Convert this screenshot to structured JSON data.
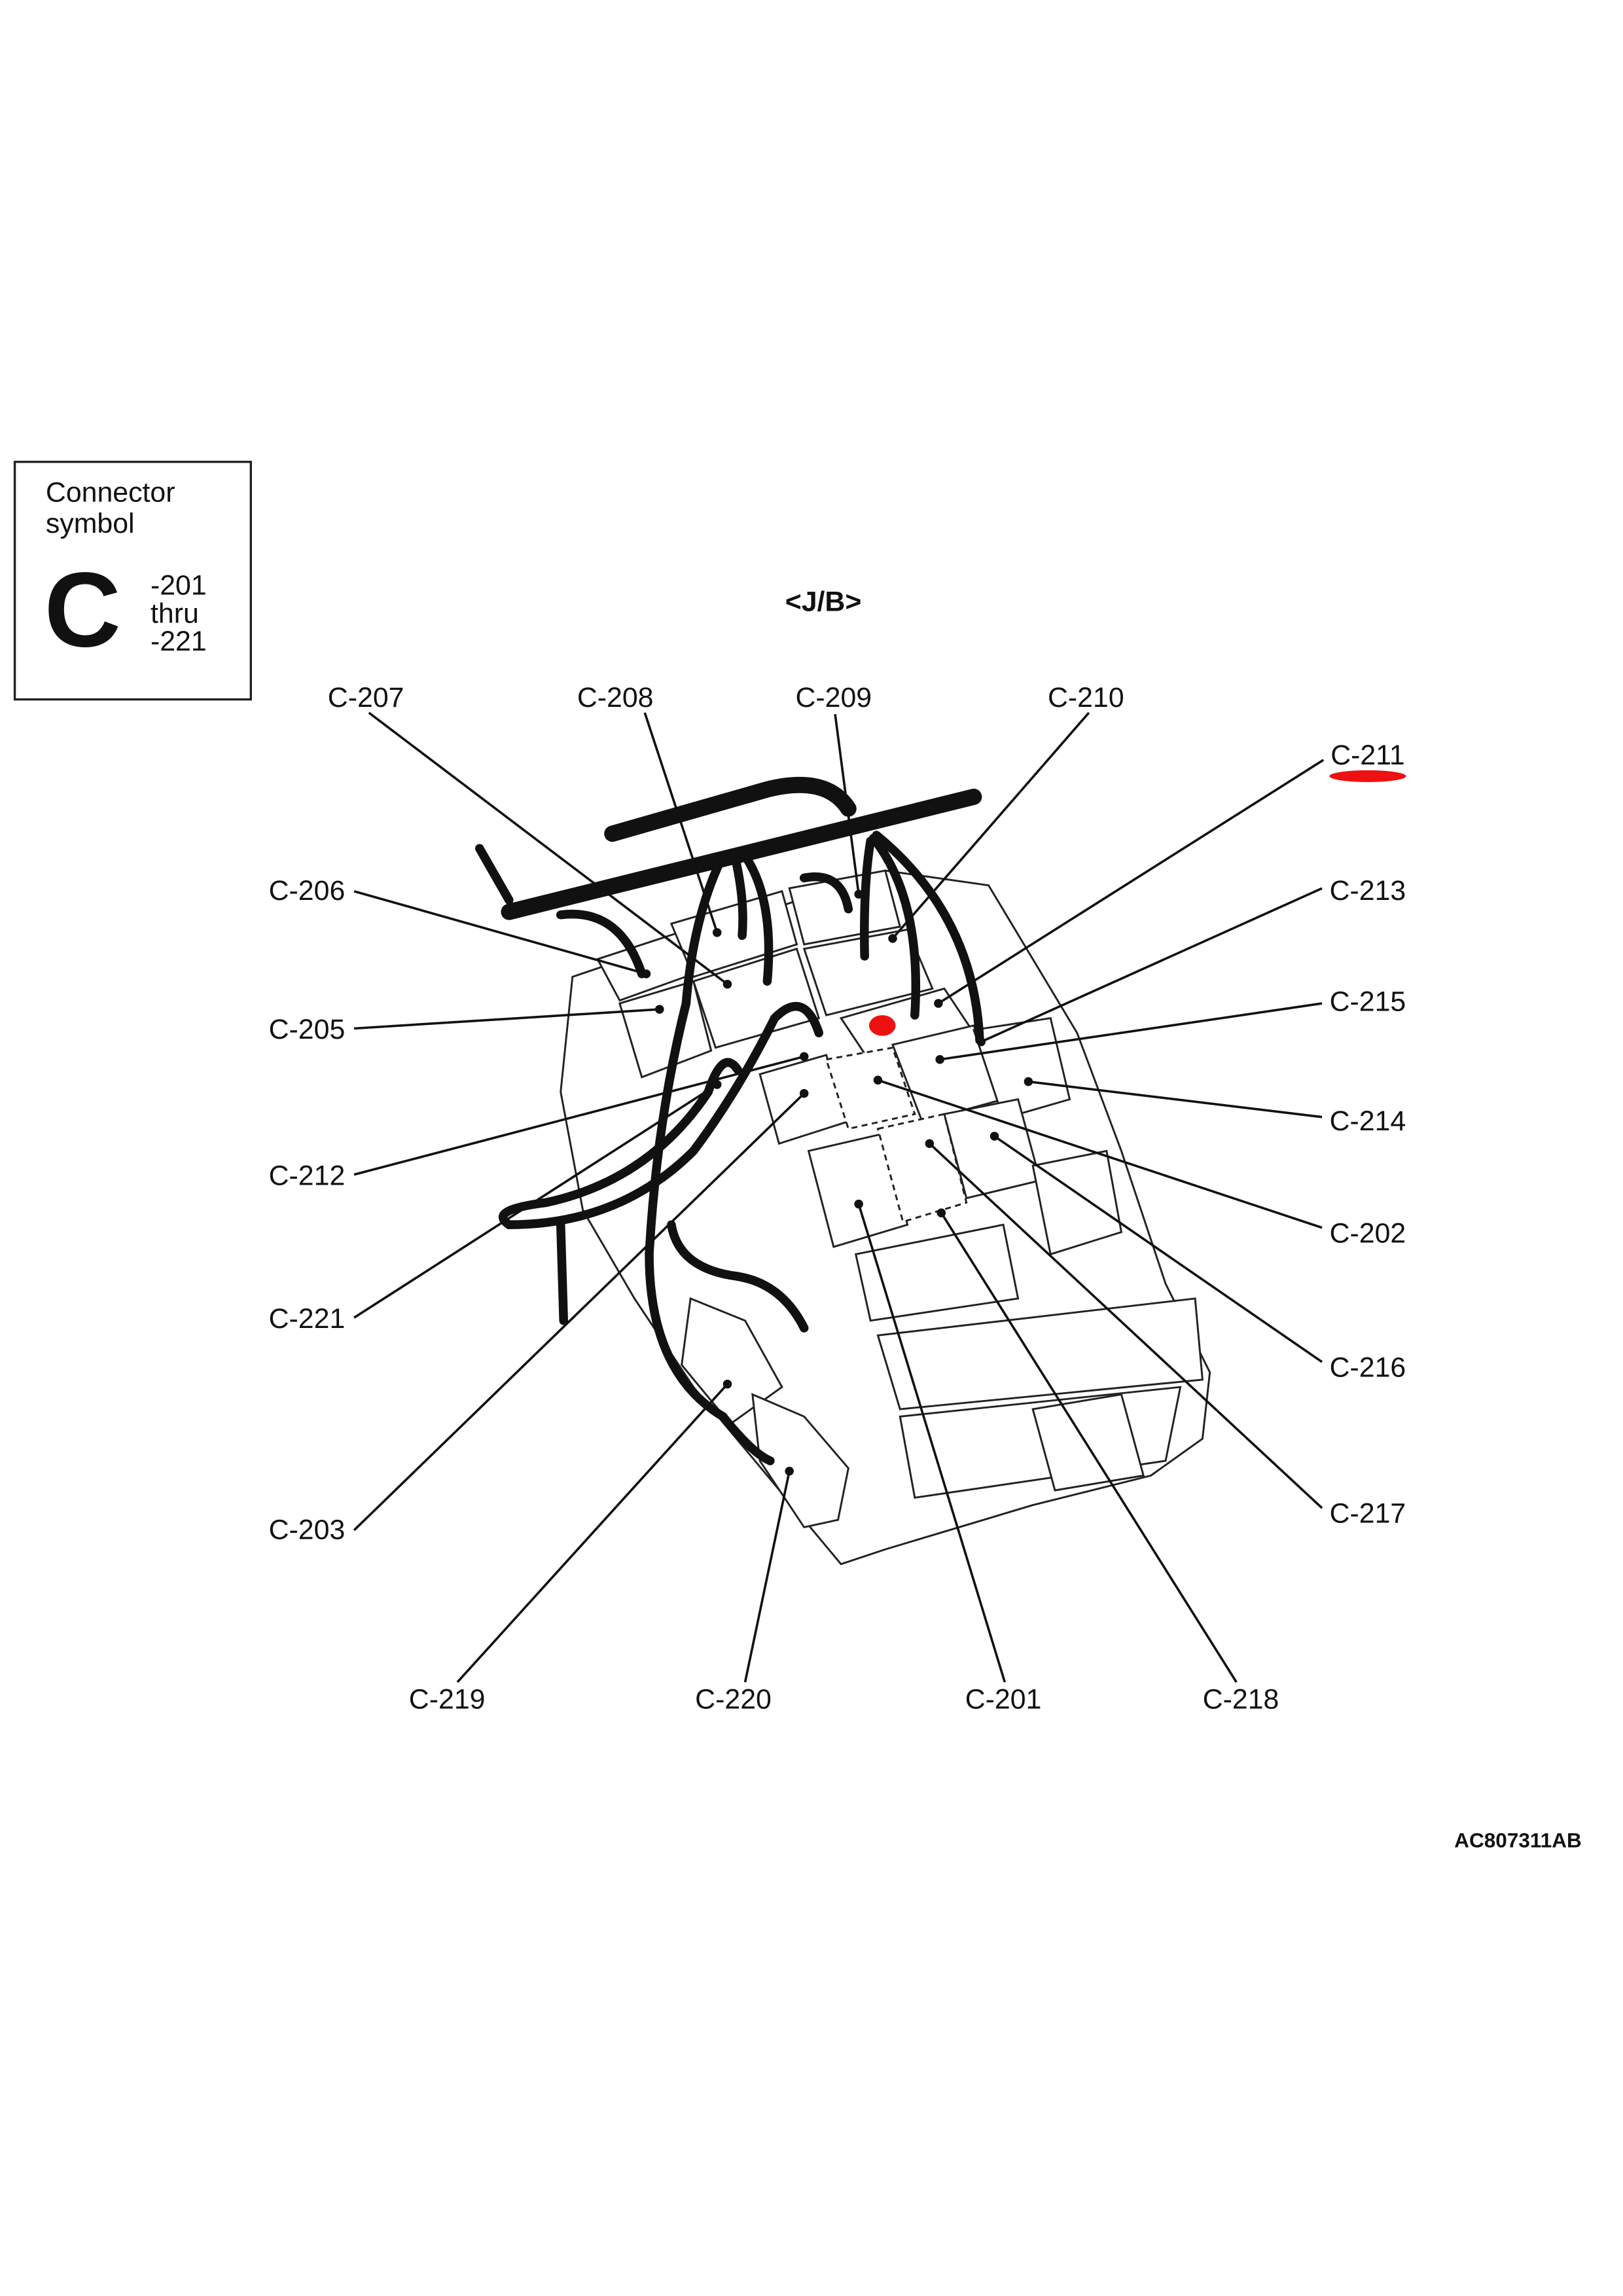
{
  "legend": {
    "title_line1": "Connector",
    "title_line2": "symbol",
    "letter": "C",
    "range_start": "-201",
    "range_mid": "thru",
    "range_end": "-221"
  },
  "diagram_title": "<J/B>",
  "figure_code": "AC807311AB",
  "highlight_color": "#ee1111",
  "highlighted_connector": "C-211",
  "connectors": {
    "c207": "C-207",
    "c208": "C-208",
    "c209": "C-209",
    "c210": "C-210",
    "c211": "C-211",
    "c213": "C-213",
    "c215": "C-215",
    "c214": "C-214",
    "c202": "C-202",
    "c216": "C-216",
    "c217": "C-217",
    "c218": "C-218",
    "c201": "C-201",
    "c220": "C-220",
    "c219": "C-219",
    "c203": "C-203",
    "c221": "C-221",
    "c212": "C-212",
    "c205": "C-205",
    "c206": "C-206"
  }
}
